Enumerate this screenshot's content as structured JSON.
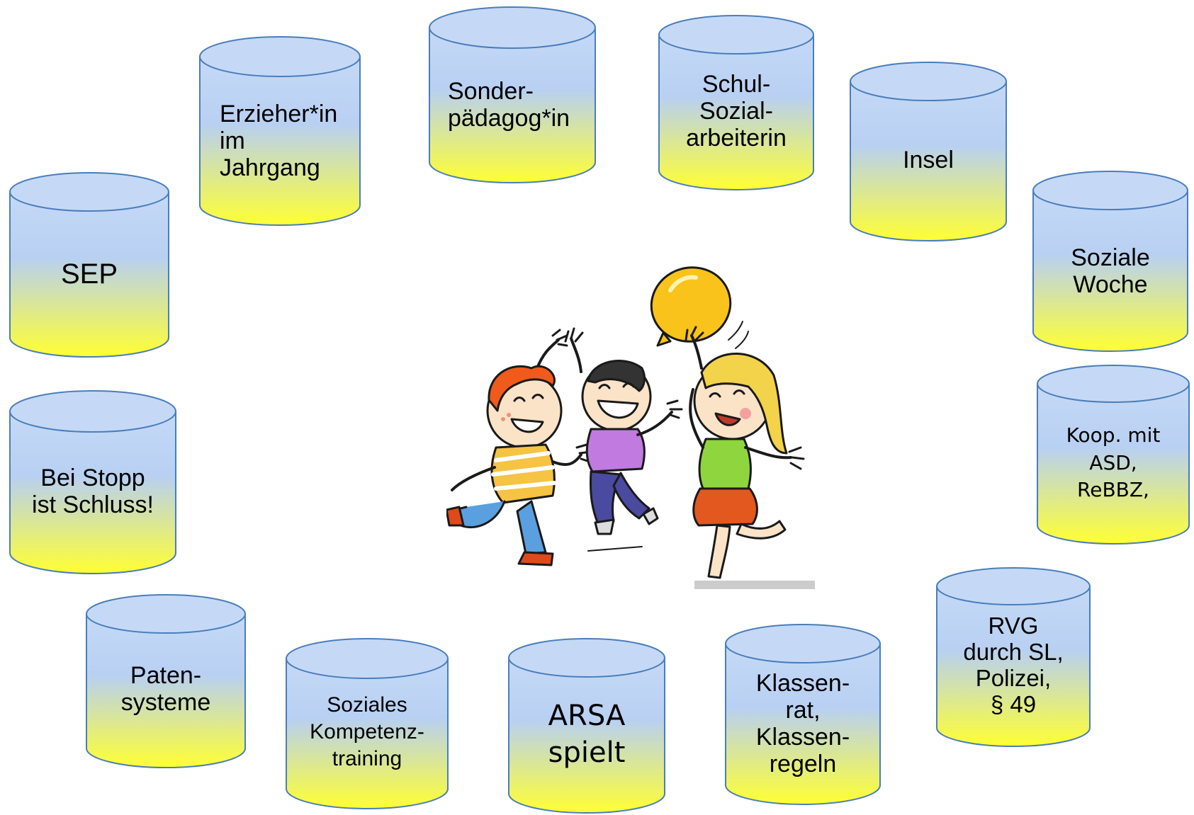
{
  "cylinders": [
    {
      "id": "sep",
      "lines": [
        "SEP"
      ]
    },
    {
      "id": "erzieher",
      "lines": [
        "Erzieher*in",
        "im",
        "Jahrgang"
      ]
    },
    {
      "id": "sonder",
      "lines": [
        "Sonder-",
        "pädagog*in"
      ]
    },
    {
      "id": "schul",
      "lines": [
        "Schul-",
        "Sozial-",
        "arbeiterin"
      ]
    },
    {
      "id": "insel",
      "lines": [
        "Insel"
      ]
    },
    {
      "id": "soziale-woche",
      "lines": [
        "Soziale",
        "Woche"
      ]
    },
    {
      "id": "koop",
      "lines": [
        "Koop. mit",
        "ASD,",
        "ReBBZ,"
      ]
    },
    {
      "id": "rvg",
      "lines": [
        "RVG",
        "durch SL,",
        "Polizei,",
        "§  49"
      ]
    },
    {
      "id": "klassenrat",
      "lines": [
        "Klassen-",
        "rat,",
        "Klassen-",
        "regeln"
      ]
    },
    {
      "id": "arsa",
      "lines": [
        "ARSA",
        "spielt"
      ]
    },
    {
      "id": "kompetenz",
      "lines": [
        "Soziales",
        "Kompetenz-",
        "training"
      ]
    },
    {
      "id": "paten",
      "lines": [
        "Paten-",
        "systeme"
      ]
    },
    {
      "id": "stopp",
      "lines": [
        "Bei Stopp",
        "ist Schluss!"
      ]
    }
  ],
  "colors": {
    "cylinder_top": "#c5d9f7",
    "cylinder_mid": "#b8d0f2",
    "cylinder_bottom": "#ffff33",
    "cylinder_stroke": "#4a7ebb",
    "balloon": "#f9c31b"
  },
  "illustration": {
    "name": "children-playing-with-balloon"
  }
}
